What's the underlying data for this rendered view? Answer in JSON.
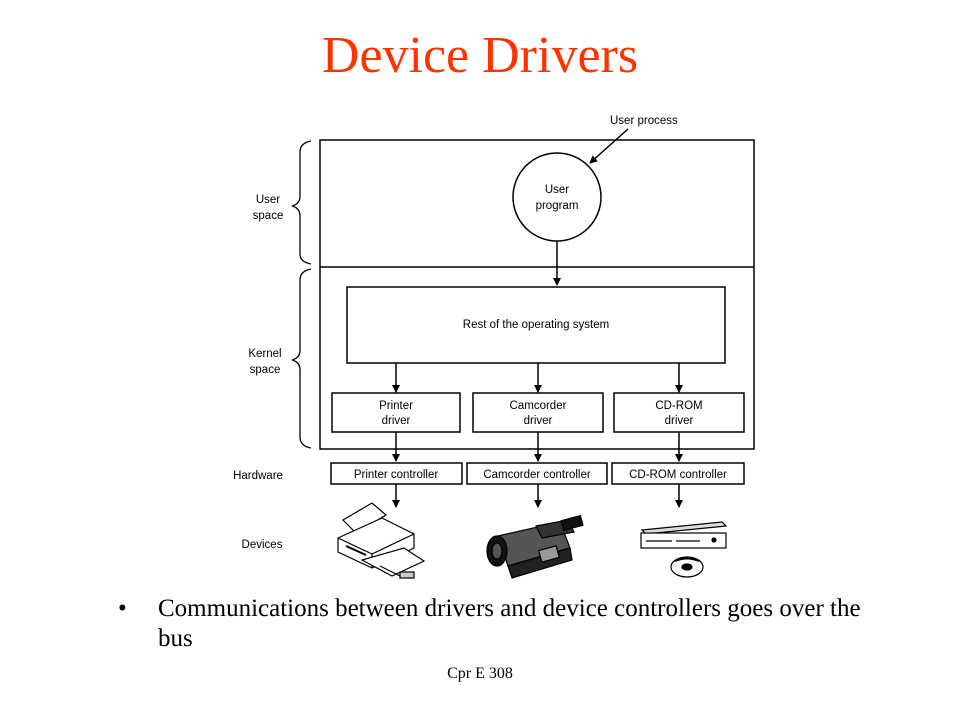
{
  "slide": {
    "title": "Device Drivers",
    "bullet_symbol": "•",
    "bullet_text": "Communications between drivers and device controllers goes over the bus",
    "footer": "Cpr E 308"
  },
  "diagram": {
    "user_process_label": "User process",
    "user_program_line1": "User",
    "user_program_line2": "program",
    "user_space_line1": "User",
    "user_space_line2": "space",
    "kernel_space_line1": "Kernel",
    "kernel_space_line2": "space",
    "rest_os_label": "Rest of the operating system",
    "hardware_label": "Hardware",
    "devices_label": "Devices",
    "drivers": [
      {
        "line1": "Printer",
        "line2": "driver"
      },
      {
        "line1": "Camcorder",
        "line2": "driver"
      },
      {
        "line1": "CD-ROM",
        "line2": "driver"
      }
    ],
    "controllers": [
      "Printer controller",
      "Camcorder controller",
      "CD-ROM controller"
    ]
  }
}
